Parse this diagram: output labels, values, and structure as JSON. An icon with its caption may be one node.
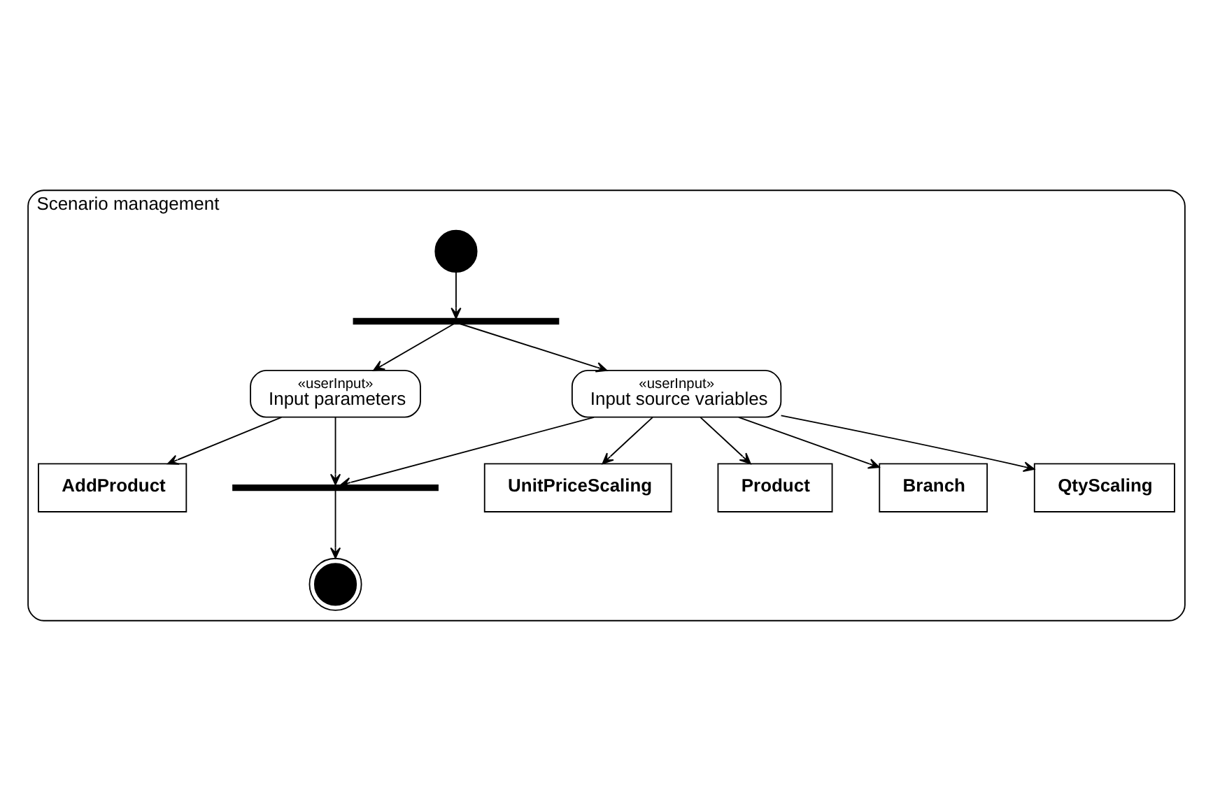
{
  "diagram": {
    "nodes": [
      {
        "text": [
          "Scenario management"
        ]
      },
      {
        "text": [],
        "shape": "circle",
        "in": 0
      },
      {
        "text": [],
        "shape": "bar",
        "in": 0
      },
      {
        "text": [
          "«userInput»",
          "Input parameters"
        ],
        "in": 0
      },
      {
        "text": [
          "«userInput»",
          "Input source variables"
        ],
        "in": 0
      },
      {
        "text": [
          "UnitPriceScaling"
        ],
        "in": 0
      },
      {
        "text": [
          "Product"
        ],
        "in": 0
      },
      {
        "text": [
          "Branch"
        ],
        "in": 0
      },
      {
        "text": [
          "QtyScaling"
        ],
        "in": 0
      },
      {
        "text": [
          "AddProduct"
        ],
        "in": 0
      },
      {
        "text": [],
        "shape": "bar",
        "in": 0
      },
      {
        "text": [],
        "shape": "circle",
        "in": 0
      }
    ],
    "edges": [
      {
        "from": 1,
        "to": 2,
        "arrow": "to"
      },
      {
        "from": 2,
        "to": 3,
        "arrow": "to"
      },
      {
        "from": 2,
        "to": 4,
        "arrow": "to"
      },
      {
        "from": 4,
        "to": 5,
        "arrow": "to"
      },
      {
        "from": 4,
        "to": 6,
        "arrow": "to"
      },
      {
        "from": 4,
        "to": 7,
        "arrow": "to"
      },
      {
        "from": 4,
        "to": 8,
        "arrow": "to"
      },
      {
        "from": 3,
        "to": 9,
        "arrow": "to"
      },
      {
        "from": 3,
        "to": 10,
        "arrow": "to"
      },
      {
        "from": 4,
        "to": 10,
        "arrow": "to"
      },
      {
        "from": 10,
        "to": 11,
        "arrow": "to"
      }
    ]
  }
}
